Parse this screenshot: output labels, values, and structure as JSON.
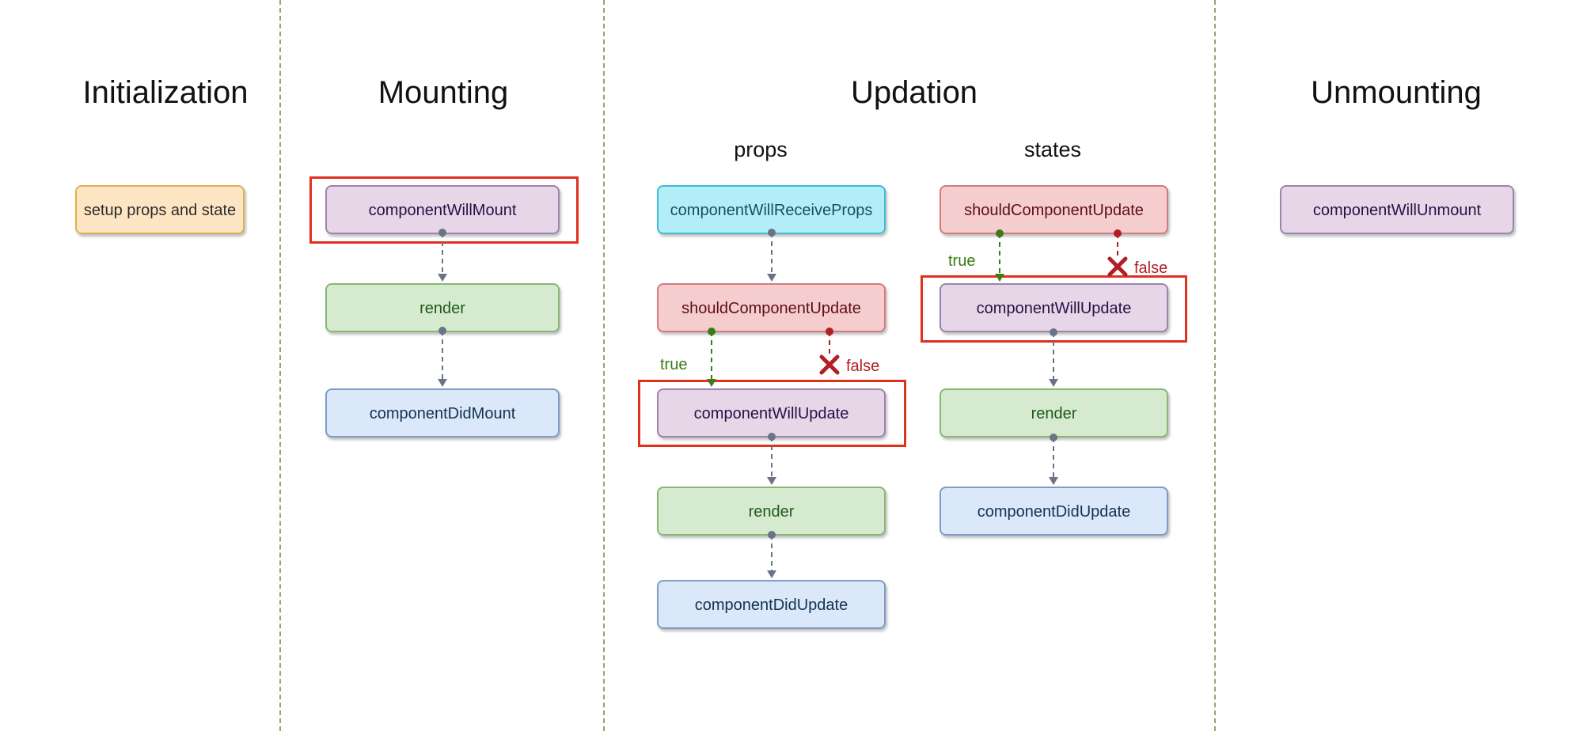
{
  "phases": {
    "initialization": {
      "title": "Initialization"
    },
    "mounting": {
      "title": "Mounting"
    },
    "updation": {
      "title": "Updation",
      "props_title": "props",
      "states_title": "states"
    },
    "unmounting": {
      "title": "Unmounting"
    }
  },
  "nodes": {
    "setup_props_state": "setup props and state",
    "m_will_mount": "componentWillMount",
    "m_render": "render",
    "m_did_mount": "componentDidMount",
    "p_will_receive_props": "componentWillReceiveProps",
    "p_should_update": "shouldComponentUpdate",
    "p_will_update": "componentWillUpdate",
    "p_render": "render",
    "p_did_update": "componentDidUpdate",
    "s_should_update": "shouldComponentUpdate",
    "s_will_update": "componentWillUpdate",
    "s_render": "render",
    "s_did_update": "componentDidUpdate",
    "u_will_unmount": "componentWillUnmount"
  },
  "edge_labels": {
    "true": "true",
    "false": "false"
  },
  "colors": {
    "divider": "#8fa676",
    "highlight": "#e0301e",
    "edge": "#6b7386",
    "true_edge": "#3b7a17",
    "false_edge": "#b21e25"
  },
  "edges": [
    {
      "from": "m_will_mount",
      "to": "m_render",
      "kind": "normal"
    },
    {
      "from": "m_render",
      "to": "m_did_mount",
      "kind": "normal"
    },
    {
      "from": "p_will_receive_props",
      "to": "p_should_update",
      "kind": "normal"
    },
    {
      "from": "p_should_update",
      "to": "p_will_update",
      "kind": "true"
    },
    {
      "from": "p_should_update",
      "to": null,
      "kind": "false"
    },
    {
      "from": "p_will_update",
      "to": "p_render",
      "kind": "normal"
    },
    {
      "from": "p_render",
      "to": "p_did_update",
      "kind": "normal"
    },
    {
      "from": "s_should_update",
      "to": "s_will_update",
      "kind": "true"
    },
    {
      "from": "s_should_update",
      "to": null,
      "kind": "false"
    },
    {
      "from": "s_will_update",
      "to": "s_render",
      "kind": "normal"
    },
    {
      "from": "s_render",
      "to": "s_did_update",
      "kind": "normal"
    }
  ],
  "highlighted": [
    "m_will_mount",
    "p_will_update",
    "s_will_update"
  ]
}
